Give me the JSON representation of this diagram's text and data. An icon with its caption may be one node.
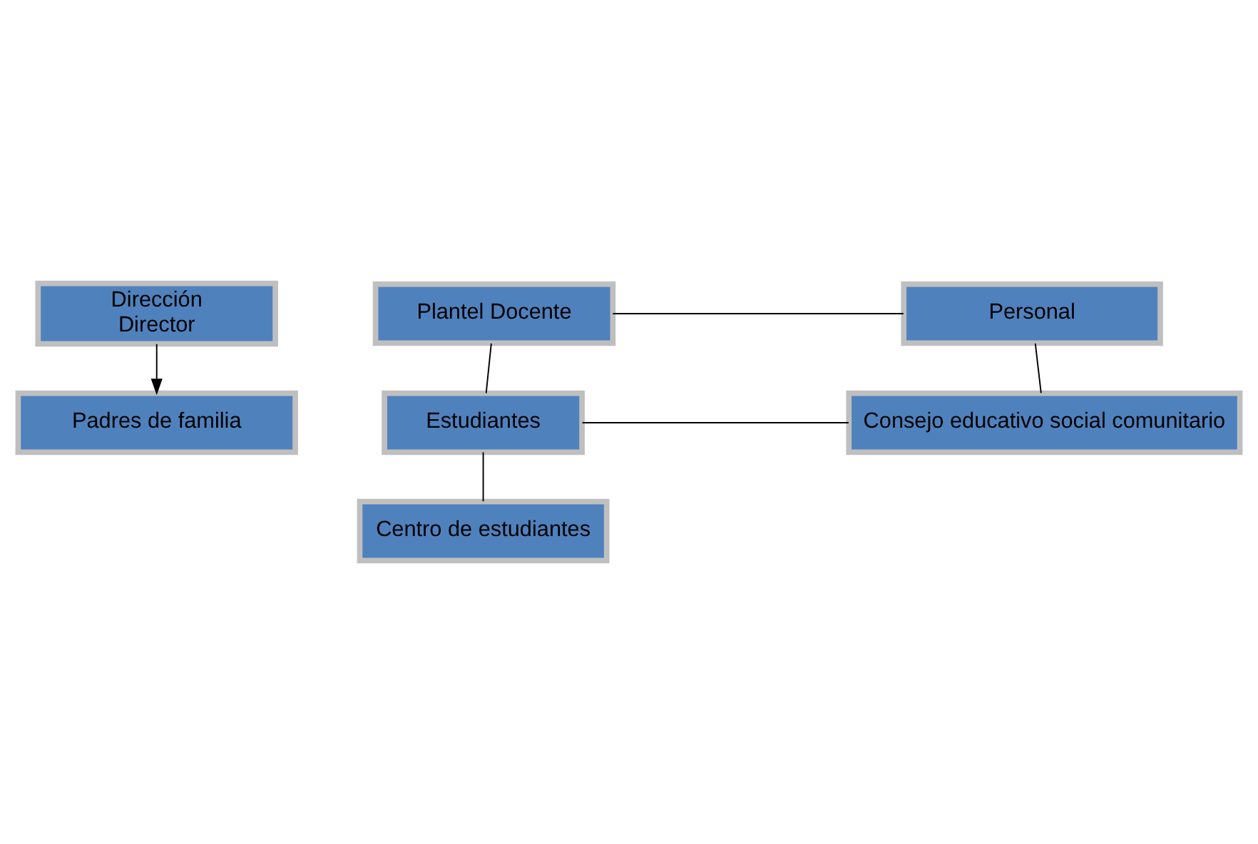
{
  "diagram": {
    "nodes": [
      {
        "text": [
          "Dirección",
          "Director"
        ]
      },
      {
        "text": [
          "Plantel Docente"
        ]
      },
      {
        "text": [
          "Personal"
        ]
      },
      {
        "text": [
          "Estudiantes"
        ]
      },
      {
        "text": [
          "Consejo educativo social comunitario"
        ]
      },
      {
        "text": [
          "Centro de estudiantes"
        ]
      },
      {
        "text": [
          "Padres de familia"
        ]
      }
    ],
    "edges": [
      {
        "from": 0,
        "to": 6,
        "arrow": "to"
      },
      {
        "from": 1,
        "to": 2,
        "arrow": "none"
      },
      {
        "from": 1,
        "to": 3,
        "arrow": "none"
      },
      {
        "from": 2,
        "to": 4,
        "arrow": "none"
      },
      {
        "from": 3,
        "to": 4,
        "arrow": "none"
      },
      {
        "from": 3,
        "to": 5,
        "arrow": "none"
      }
    ]
  }
}
